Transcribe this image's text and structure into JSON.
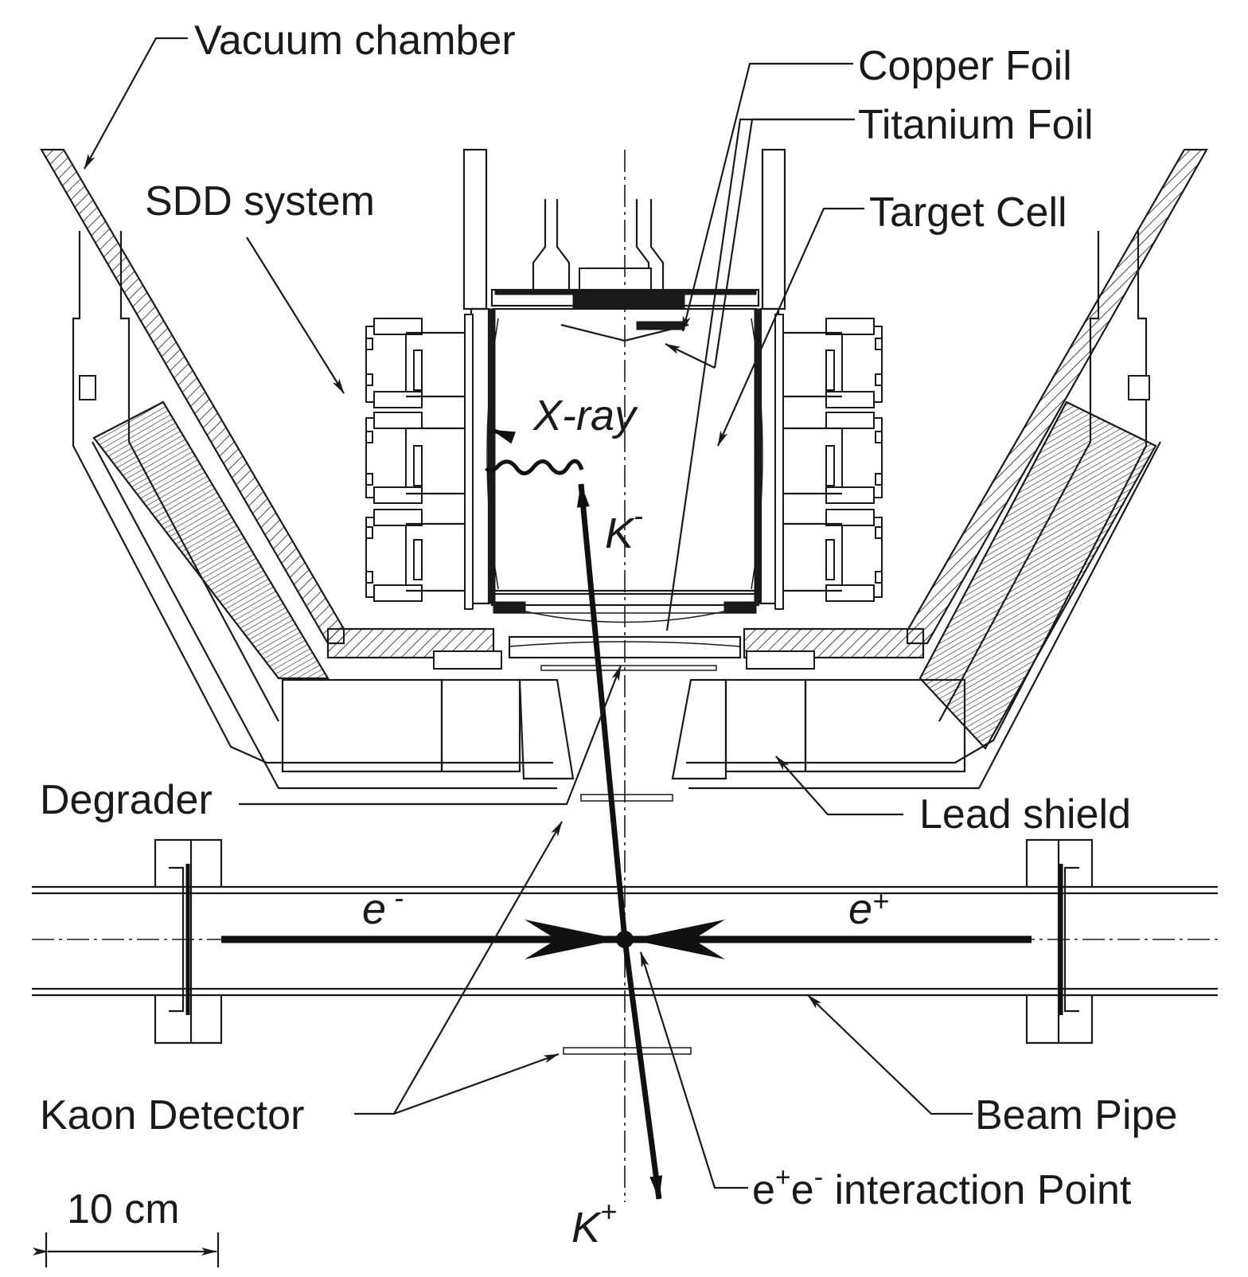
{
  "labels": {
    "vacuum_chamber": "Vacuum chamber",
    "copper_foil": "Copper Foil",
    "titanium_foil": "Titanium Foil",
    "sdd_system": "SDD system",
    "target_cell": "Target Cell",
    "x_ray": "X-ray",
    "k_minus_base": "K",
    "k_minus_sup": "-",
    "degrader": "Degrader",
    "lead_shield": "Lead shield",
    "e_minus_base": "e",
    "e_minus_sup": "-",
    "e_plus_base": "e",
    "e_plus_sup": "+",
    "kaon_detector": "Kaon Detector",
    "beam_pipe": "Beam Pipe",
    "scale_bar": "10 cm",
    "k_plus_base": "K",
    "k_plus_sup": "+",
    "ip_e1": "e",
    "ip_sup1": "+",
    "ip_e2": "e",
    "ip_sup2": "-",
    "ip_rest": " interaction Point"
  },
  "colors": {
    "ink": "#1a1a1a",
    "background": "#ffffff"
  }
}
